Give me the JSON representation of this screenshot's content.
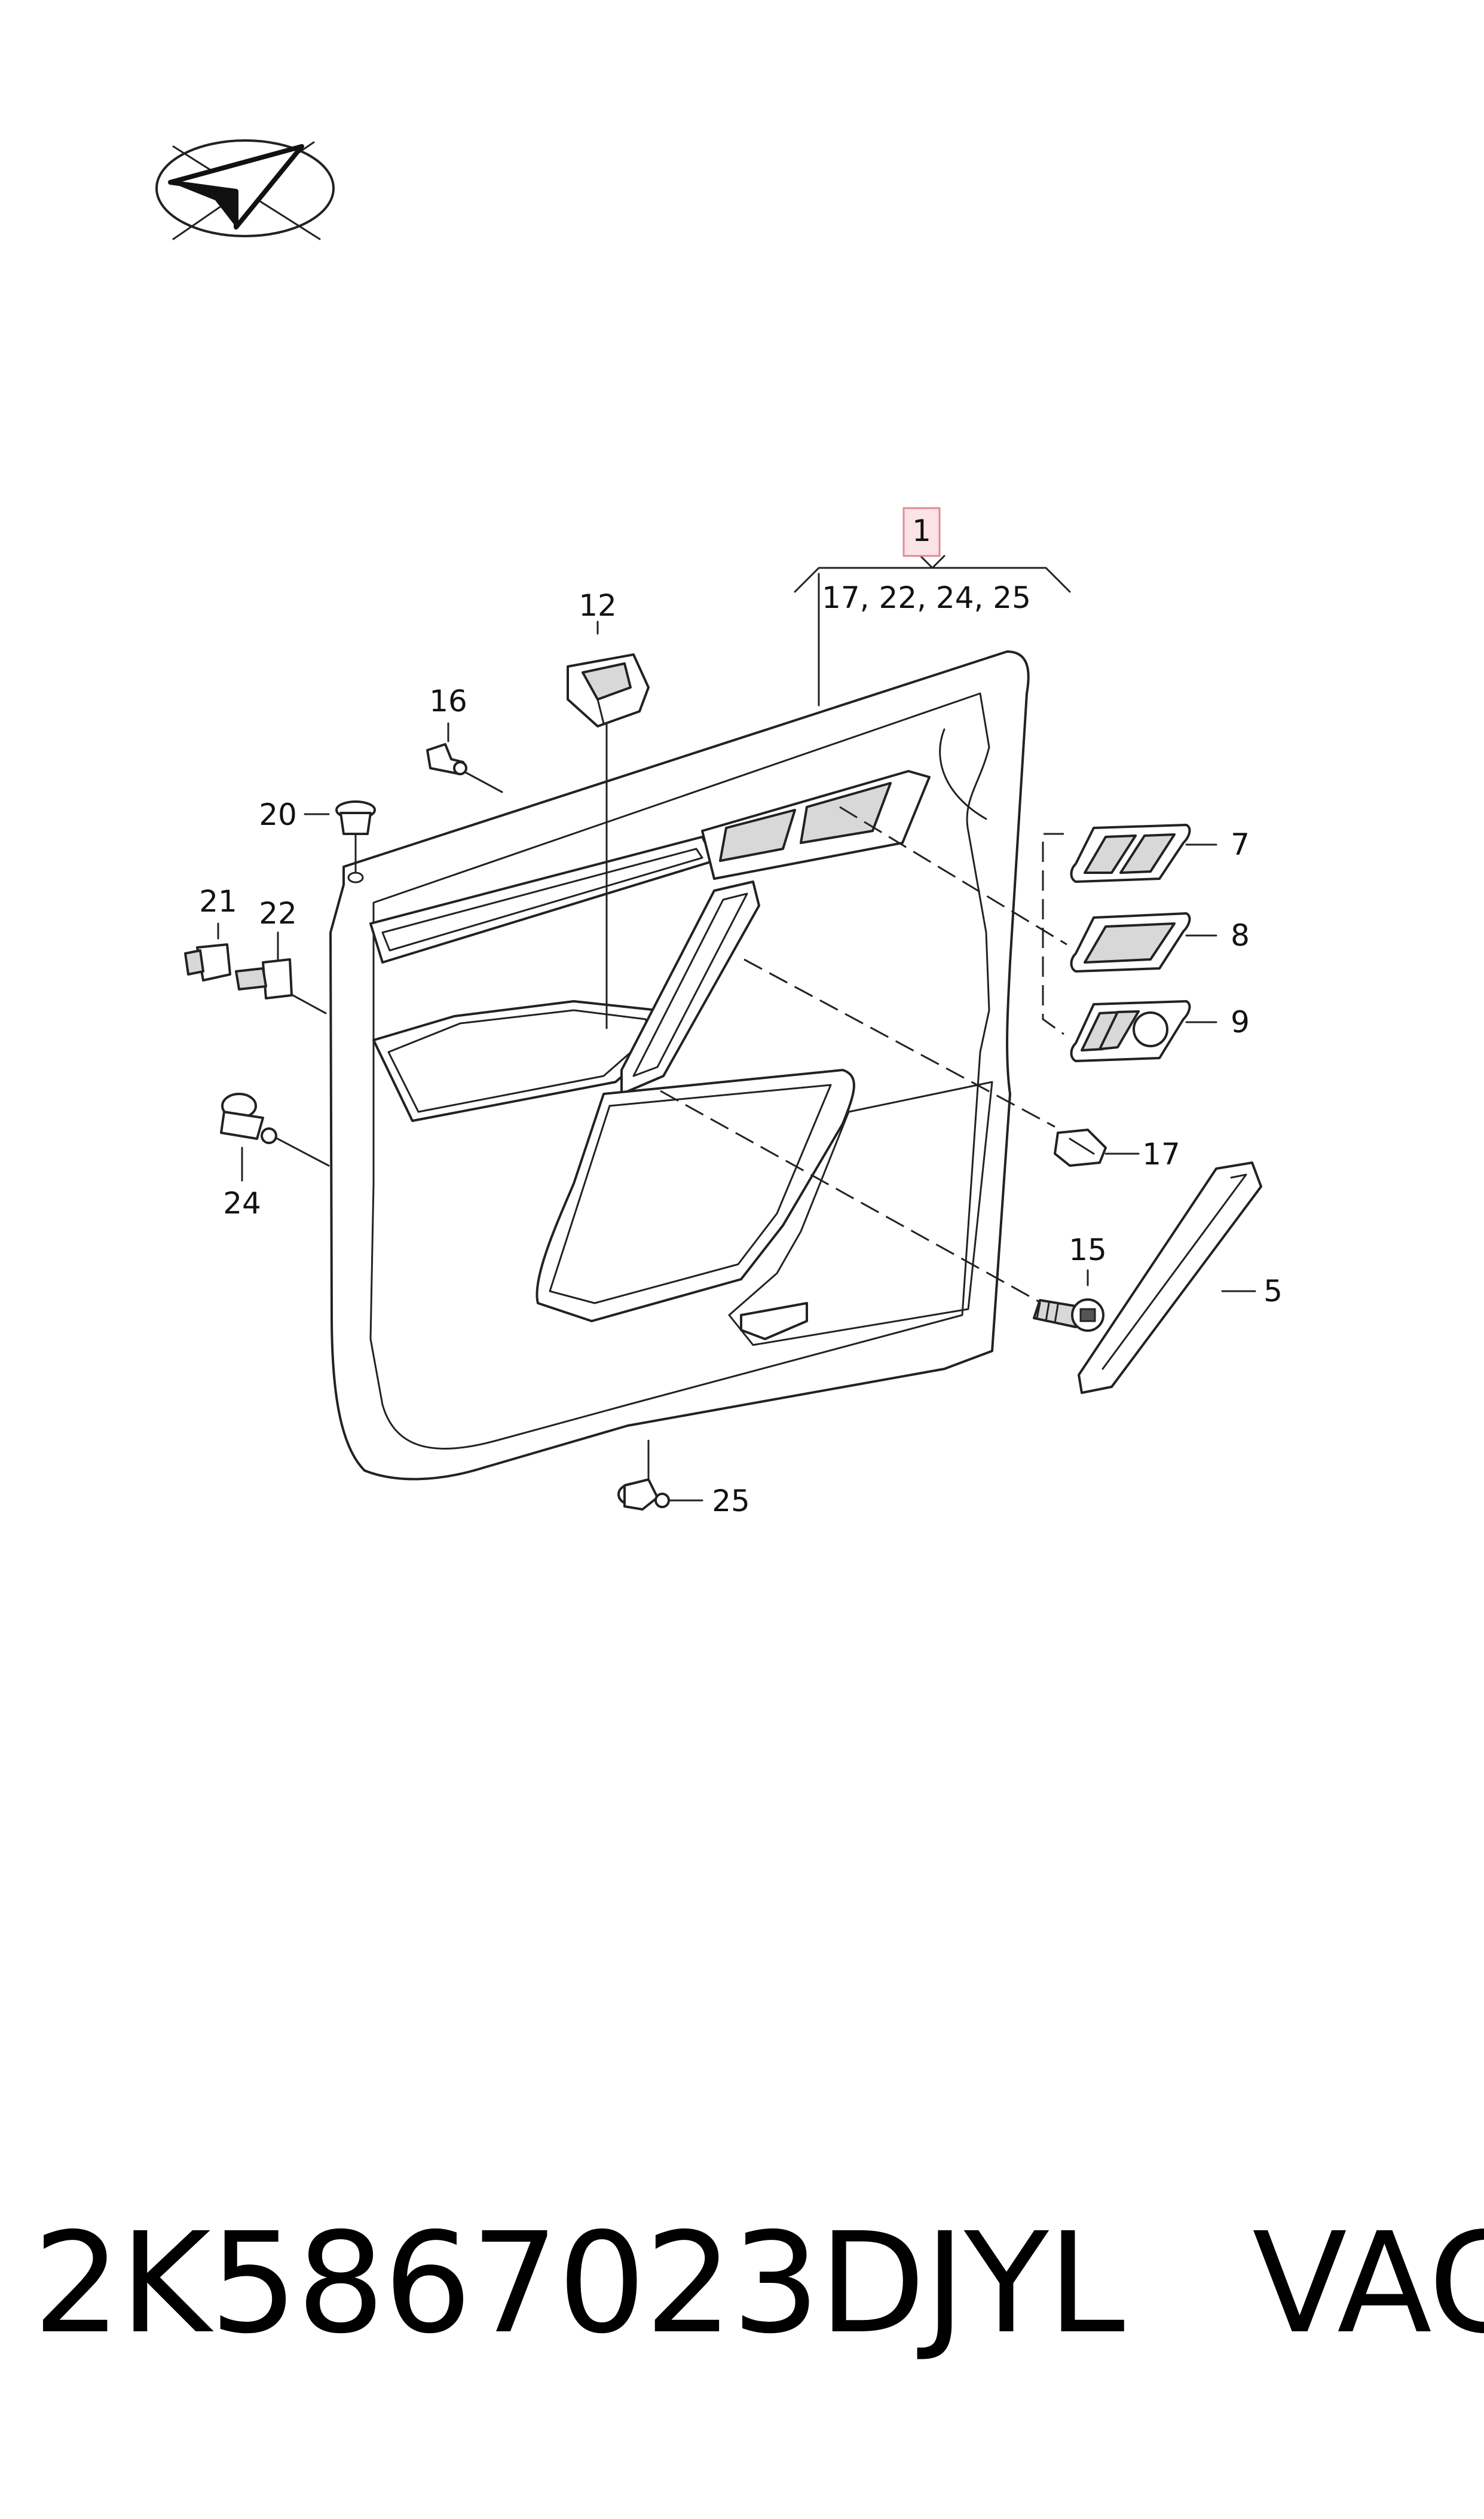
{
  "diagram": {
    "callouts": {
      "c1": "1",
      "c1_sub": "17, 22, 24, 25",
      "c12": "12",
      "c16": "16",
      "c20": "20",
      "c21": "21",
      "c22": "22",
      "c24": "24",
      "c25": "25",
      "c7": "7",
      "c8": "8",
      "c9": "9",
      "c17": "17",
      "c15": "15",
      "c5": "5"
    },
    "colors": {
      "line": "#222222",
      "highlight_fill": "#fbe3e6",
      "highlight_stroke": "#e08a95",
      "part_grey": "#d8d8d8"
    },
    "icons": [
      "orientation-arrow-icon"
    ]
  },
  "caption": {
    "part_number": "2K5867023DJYL",
    "brand": "VAG"
  }
}
